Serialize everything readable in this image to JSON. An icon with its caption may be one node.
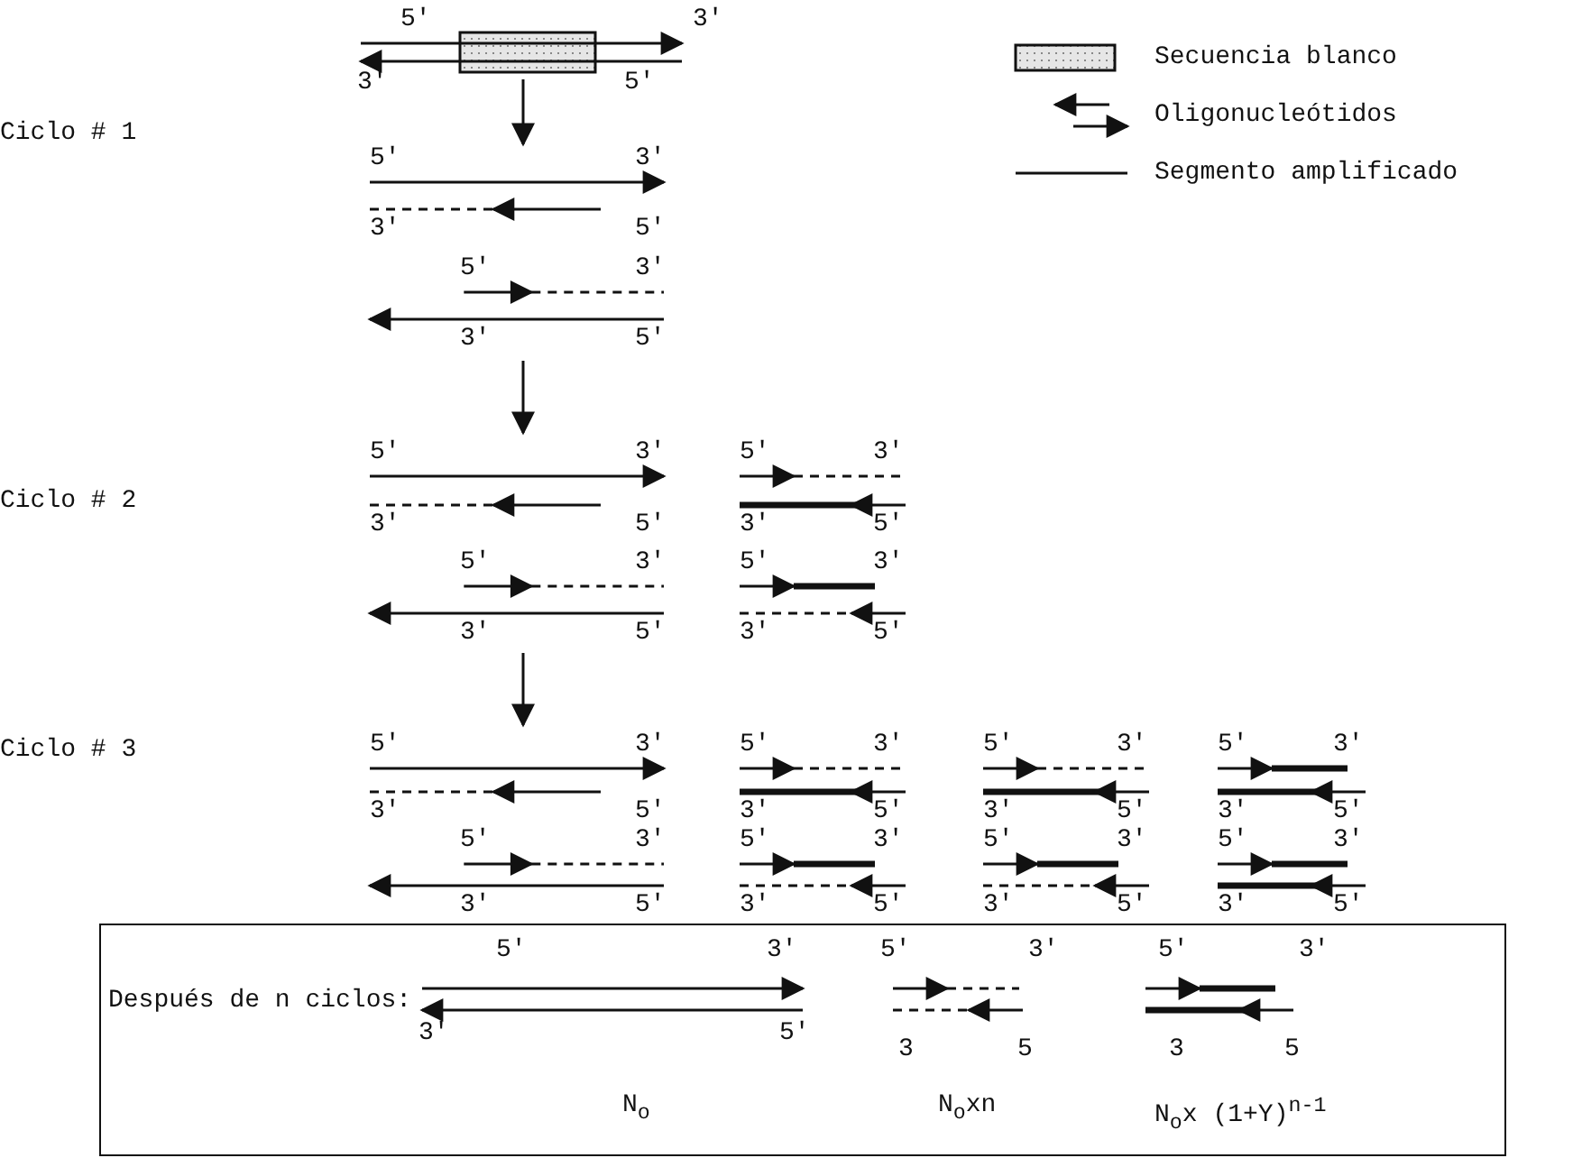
{
  "diagram": {
    "nodes": [
      {
        "text": [
          "Después de n ciclos:"
        ]
      }
    ],
    "labels": [
      "5′",
      "3′",
      "3′",
      "5′",
      "Ciclo # 1",
      "5′",
      "3′",
      "3′",
      "5′",
      "5′",
      "3′",
      "3′",
      "5′",
      "Ciclo # 2",
      "5′",
      "3′",
      "5′",
      "3′",
      "3′",
      "5′",
      "3′",
      "5′",
      "5′",
      "3′",
      "5′",
      "3′",
      "3′",
      "5′",
      "3′",
      "5′",
      "Ciclo # 3",
      "5′",
      "3′",
      "5′",
      "3′",
      "5′",
      "3′",
      "5′",
      "3′",
      "3′",
      "5′",
      "3′",
      "5′",
      "3′",
      "5′",
      "3′",
      "5′",
      "5′",
      "3′",
      "5′",
      "3′",
      "5′",
      "3′",
      "5′",
      "3′",
      "3′",
      "5′",
      "3′",
      "5′",
      "3′",
      "5′",
      "3′",
      "5′",
      "5′",
      "3′",
      "5′",
      "3′",
      "5′",
      "3′",
      "3′",
      "5′",
      "3",
      "5",
      "3",
      "5",
      "N$_{o}$",
      "N$_{o}$xn",
      "N$_{o}$x  (1+Y)$^{n-1}$"
    ],
    "legend": [
      {
        "text": "Secuencia blanco"
      },
      {
        "text": "Oligonucleótidos"
      },
      {
        "text": "Segmento amplificado"
      }
    ]
  }
}
